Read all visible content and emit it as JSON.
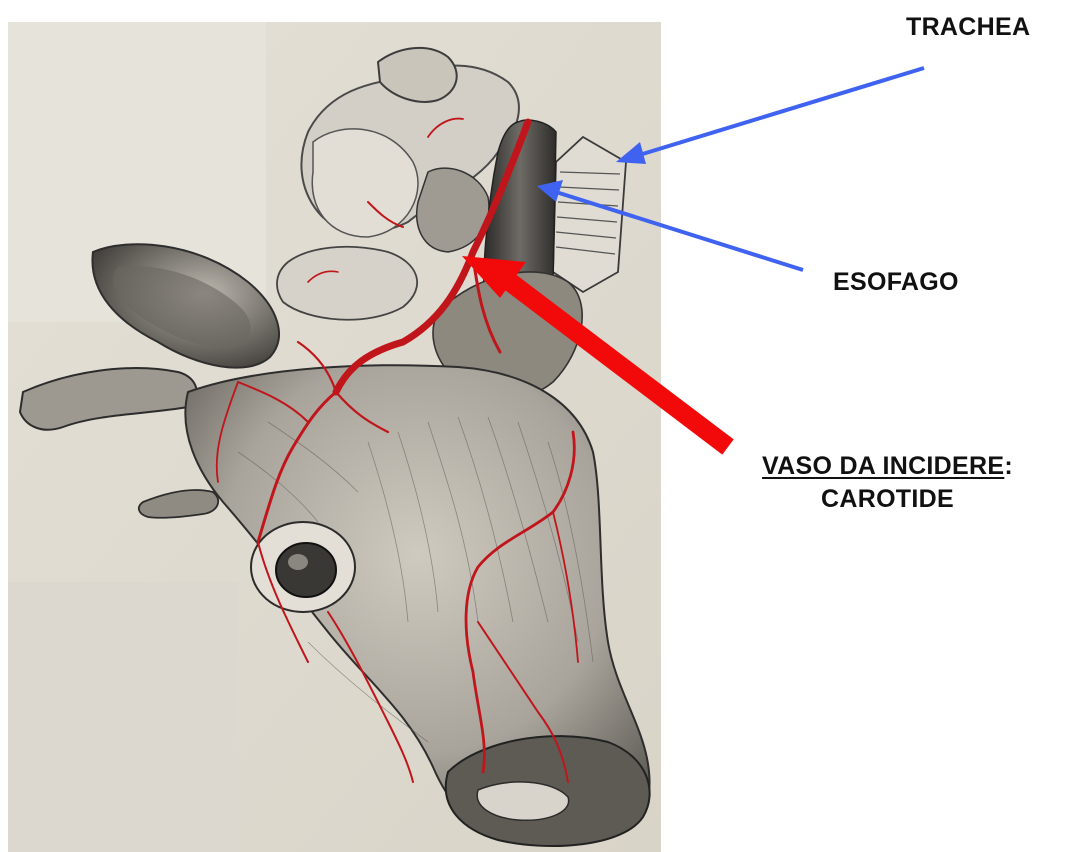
{
  "labels": {
    "trachea": "TRACHEA",
    "esofago": "ESOFAGO",
    "vaso_underlined": "VASO DA INCIDERE",
    "vaso_colon": ":",
    "carotide": "CAROTIDE"
  },
  "colors": {
    "pointer_blue": "#3f63f0",
    "pointer_red": "#f20a0a",
    "artery": "#c0161b",
    "paper": "#e2ddd1",
    "ink": "#4a4a4a"
  },
  "icons": {
    "anatomy": "bovine-head-anatomy-illustration",
    "pointers": "arrow"
  }
}
